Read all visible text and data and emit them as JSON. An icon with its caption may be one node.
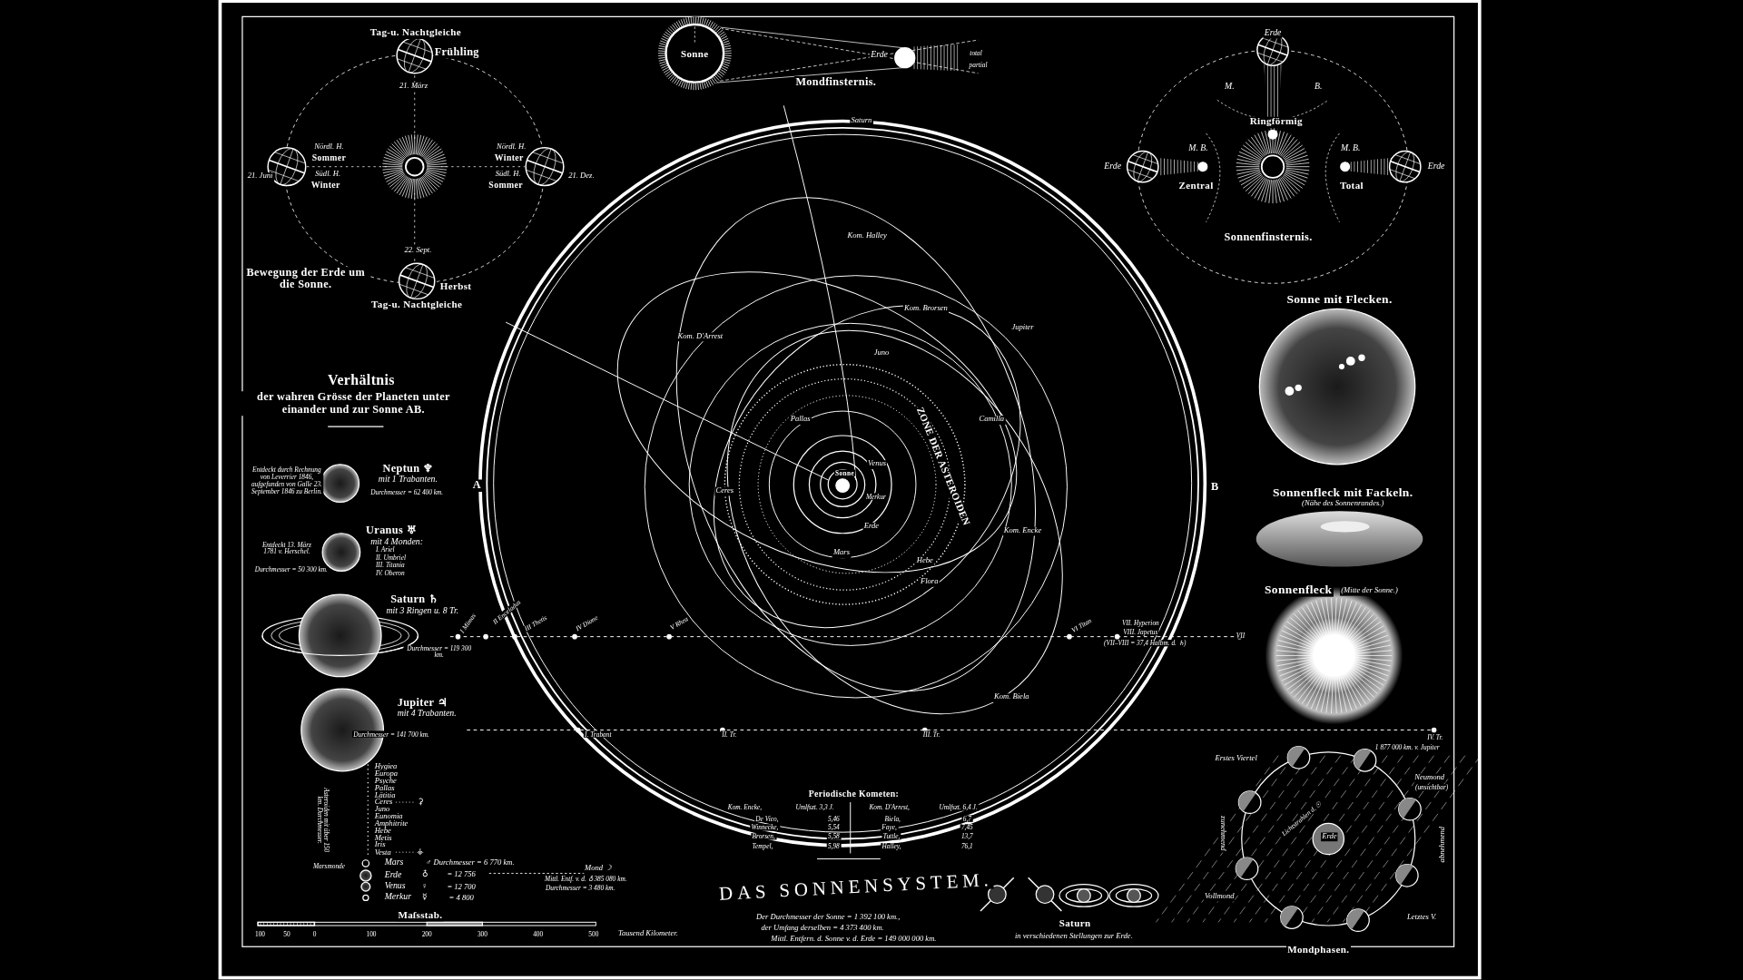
{
  "diagram": {
    "title": "DAS SONNENSYSTEM.",
    "labels": [
      "Tag-u. Nachtgleiche",
      "Frühling",
      "21. März",
      "Sonne",
      "Erde",
      "total",
      "partial",
      "Mondfinsternis.",
      "Erde",
      "M.",
      "B.",
      "Ringförmig",
      "Nördl. H.",
      "Sommer",
      "Nördl. H.",
      "Winter",
      "M. B.",
      "M. B.",
      "Erde",
      "Erde",
      "21. Juni",
      "Südl. H.",
      "Winter",
      "Südl. H.",
      "Sommer",
      "21. Dez.",
      "Zentral",
      "Total",
      "Saturn",
      "Kom. Halley",
      "Sonnenfinsternis.",
      "22. Sept.",
      "Bewegung der Erde um die Sonne.",
      "Herbst",
      "Tag-u. Nachtgleiche",
      "Sonne mit Flecken.",
      "Kom. Brorsen",
      "Jupiter",
      "Kom. D'Arrest",
      "Juno",
      "ZONE DER ASTEROIDEN",
      "Verhältnis",
      "der wahren Grösse der Planeten unter einander und zur Sonne AB.",
      "Pallas",
      "Camilla",
      "Entdeckt durch Rechnung von Leverrier 1846, aufgefunden von Galle 23. September 1846 zu Berlin.",
      "Neptun ♆",
      "mit 1 Trabanten.",
      "Durchmesser = 62 400 km.",
      "Venus",
      "Sonne",
      "A",
      "B",
      "Ceres",
      "Merkur",
      "Sonnenfleck mit Fackeln.",
      "(Nähe des Sonnenrandes.)",
      "Erde",
      "Kom. Encke",
      "Uranus ♅",
      "mit 4 Monden:",
      "Entdeckt 13. März 1781 v. Herschel.",
      "I. Ariel",
      "II. Umbriel",
      "III. Titania",
      "IV. Oberon",
      "Durchmesser = 50 300 km.",
      "Mars",
      "Hebe",
      "Flora",
      "Sonnenfleck",
      "(Mitte der Sonne.)",
      "Saturn ♄",
      "mit 3 Ringen u. 8 Tr.",
      "I Mimas",
      "II Enceladus",
      "III Thetis",
      "IV Dione",
      "V Rhea",
      "VI Titan",
      "VII. Hyperion",
      "VIII. Japetus",
      "(VII–VIII = 37,4 Halbm. d. ♄)",
      "VII",
      "Durchmesser = 119 300 km.",
      "Kom. Biela",
      "Jupiter ♃",
      "mit 4 Trabanten.",
      "Durchmesser = 141 700 km.",
      "I. Trabant",
      "II. Tr.",
      "III. Tr.",
      "IV. Tr.",
      "1 877 000 km. v. Jupiter",
      "Erstes Viertel",
      "Neumond",
      "(unsichtbar)",
      "Periodische Kometen:",
      "Kom. Encke,",
      "Umlfszt. 3,3 J.",
      "Kom. D'Arrest,",
      "Umlfszt. 6,4 J.",
      "De Vico,",
      "5,46",
      "Biela,",
      "6,7",
      "Winnecke,",
      "5,54",
      "Faye,",
      "7,45",
      "Brorsen,",
      "5,58",
      "Tuttle,",
      "13,7",
      "Tempel,",
      "5,98",
      "Halley,",
      "76,1",
      "Asteroiden mit über 150 km. Durchmesser.",
      "Hygiea",
      "Europa",
      "Psyche",
      "Pallas",
      "Lätitia",
      "Ceres",
      "Juno",
      "Eunomia",
      "Amphitrite",
      "Hebe",
      "Metis",
      "Iris",
      "Vesta",
      "⚳",
      "⚶",
      "zunehmend",
      "abnehmend",
      "Lichtstrahlen d. ☉",
      "Erde",
      "Marsmonde",
      "Mars",
      "♂ Durchmesser = 6 770 km.",
      "Mond ☽",
      "Erde",
      "♁",
      "= 12 756",
      "Mittl. Entf. v. d. ♁ 385 080 km.",
      "Venus",
      "♀",
      "= 12 700",
      "Durchmesser = 3 480 km.",
      "Merkur",
      "☿",
      "= 4 800",
      "Vollmond",
      "Maſsstab.",
      "Der Durchmesser der Sonne = 1 392 100 km.,",
      "Letztes V.",
      "Saturn",
      "der Umfang derselben = 4 373 400 km.",
      "100",
      "50",
      "0",
      "100",
      "200",
      "300",
      "400",
      "500",
      "Tausend Kilometer.",
      "Mittl. Entfern. d. Sonne v. d. Erde = 149 000 000 km.",
      "in verschiedenen Stellungen zur Erde.",
      "Mondphasen."
    ]
  }
}
